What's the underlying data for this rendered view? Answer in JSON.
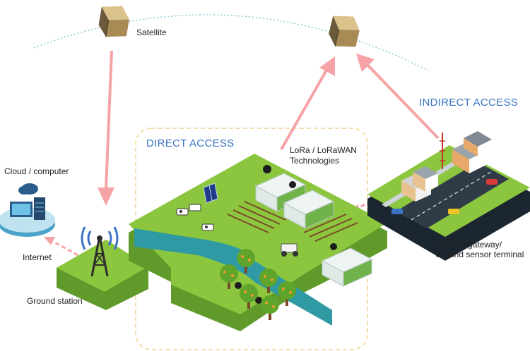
{
  "labels": {
    "satellite": "Satellite",
    "cloud": "Cloud / computer",
    "internet": "Internet",
    "ground_station": "Ground station",
    "direct_access": "DIRECT ACCESS",
    "indirect_access": "INDIRECT ACCESS",
    "lora_line1": "LoRa / LoRaWAN",
    "lora_line2": "Technologies",
    "gateway_line1": "Satellite gateway/",
    "gateway_line2": "Ground sensor terminal"
  },
  "colors": {
    "arrow_pink": "#f5a3a6",
    "label_blue": "#3b74c4",
    "grass": "#8cc63e",
    "grass_dark": "#5f9a2a",
    "water": "#2f9aa3",
    "dashed_box": "#f3dfa6",
    "orbit": "#8ec9d6",
    "road": "#2f3c48"
  },
  "icons": [
    "satellite-icon",
    "cloud-computer-icon",
    "radio-tower-icon",
    "solar-panel-icon",
    "greenhouse-icon",
    "cow-icon",
    "tractor-icon",
    "tree-icon",
    "house-icon",
    "car-icon",
    "sensor-icon"
  ]
}
